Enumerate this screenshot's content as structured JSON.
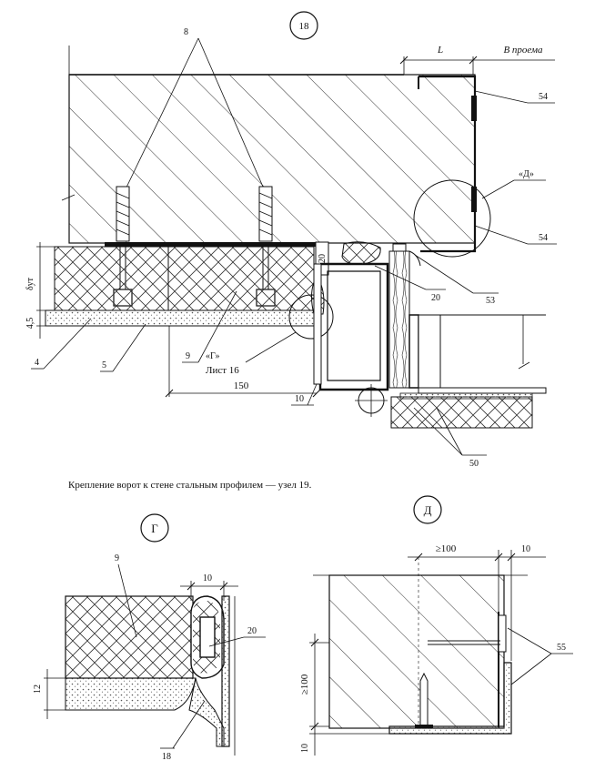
{
  "node_labels": {
    "main": "18",
    "g": "Г",
    "d": "Д"
  },
  "caption": "Крепление ворот к стене стальным профилем — узел 19.",
  "main_view": {
    "dim_L": "L",
    "dim_opening": "В проема",
    "callout_d": "«Д»",
    "callout_g": "«Г»",
    "sheet_ref": "Лист 16",
    "dim_150": "150",
    "dim_20_vertical": "20",
    "dim_45": "4,5",
    "dim_delta": "δут",
    "refs": {
      "r8": "8",
      "r54a": "54",
      "r54b": "54",
      "r53": "53",
      "r20": "20",
      "r4": "4",
      "r5": "5",
      "r9": "9",
      "r10": "10",
      "r50": "50"
    }
  },
  "detail_g": {
    "dim_10": "10",
    "dim_12": "12",
    "ref_9": "9",
    "ref_20": "20",
    "ref_18": "18"
  },
  "detail_d": {
    "dim_100h": "≥100",
    "dim_10": "10",
    "dim_100v": "≥100",
    "dim_10v": "10",
    "ref_55": "55"
  }
}
